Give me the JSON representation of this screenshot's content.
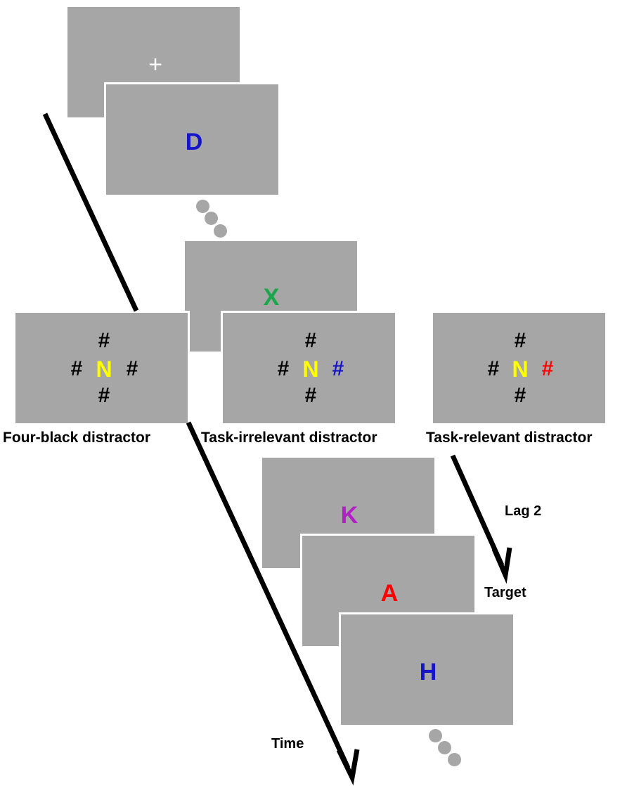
{
  "fixation": {
    "symbol": "+",
    "color": "#ffffff"
  },
  "stream_before": [
    {
      "letter": "D",
      "color": "#1414c8"
    },
    {
      "letter": "X",
      "color": "#1aa64a"
    }
  ],
  "distractor_panels": [
    {
      "center": "N",
      "center_color": "#ffff00",
      "top": "#",
      "left": "#",
      "right": "#",
      "bottom": "#",
      "top_color": "#000000",
      "left_color": "#000000",
      "right_color": "#000000",
      "bottom_color": "#000000",
      "caption": "Four-black distractor"
    },
    {
      "center": "N",
      "center_color": "#ffff00",
      "top": "#",
      "left": "#",
      "right": "#",
      "bottom": "#",
      "top_color": "#000000",
      "left_color": "#000000",
      "right_color": "#1414c8",
      "bottom_color": "#000000",
      "caption": "Task-irrelevant distractor"
    },
    {
      "center": "N",
      "center_color": "#ffff00",
      "top": "#",
      "left": "#",
      "right": "#",
      "bottom": "#",
      "top_color": "#000000",
      "left_color": "#000000",
      "right_color": "#ff0000",
      "bottom_color": "#000000",
      "caption": "Task-relevant distractor"
    }
  ],
  "stream_after": [
    {
      "letter": "K",
      "color": "#b41ec8"
    },
    {
      "letter": "A",
      "color": "#ff0000"
    },
    {
      "letter": "H",
      "color": "#1414c8"
    }
  ],
  "labels": {
    "lag": "Lag 2",
    "target": "Target",
    "time": "Time"
  },
  "colors": {
    "frame": "#a6a6a6",
    "frame_border": "#ffffff",
    "arrow": "#000000"
  }
}
